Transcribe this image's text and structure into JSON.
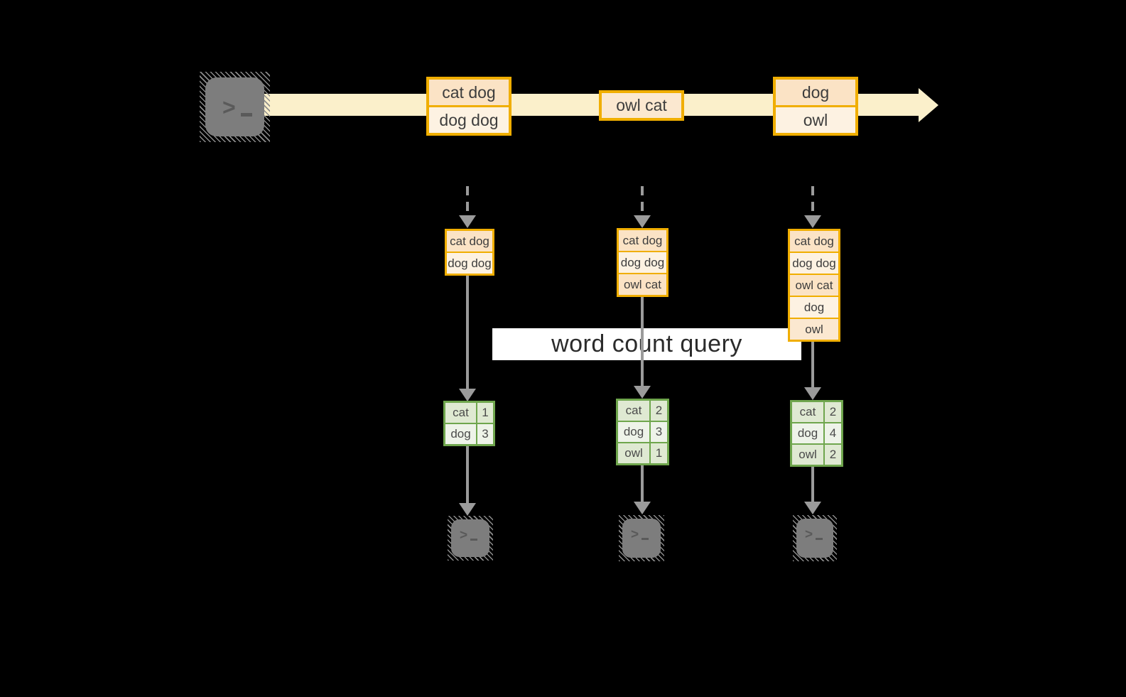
{
  "query_label": "word count query",
  "stream": {
    "events": [
      {
        "rows": [
          "cat dog",
          "dog dog"
        ]
      },
      {
        "rows": [
          "owl cat"
        ]
      },
      {
        "rows": [
          "dog",
          "owl"
        ]
      }
    ]
  },
  "columns": [
    {
      "buffer_rows": [
        "cat dog",
        "dog dog"
      ],
      "counts": [
        {
          "word": "cat",
          "count": "1"
        },
        {
          "word": "dog",
          "count": "3"
        }
      ]
    },
    {
      "buffer_rows": [
        "cat dog",
        "dog dog",
        "owl cat"
      ],
      "counts": [
        {
          "word": "cat",
          "count": "2"
        },
        {
          "word": "dog",
          "count": "3"
        },
        {
          "word": "owl",
          "count": "1"
        }
      ]
    },
    {
      "buffer_rows": [
        "cat dog",
        "dog dog",
        "owl cat",
        "dog",
        "owl"
      ],
      "counts": [
        {
          "word": "cat",
          "count": "2"
        },
        {
          "word": "dog",
          "count": "4"
        },
        {
          "word": "owl",
          "count": "2"
        }
      ]
    }
  ],
  "icons": {
    "prompt_glyph": ">",
    "producer": "terminal-icon",
    "consumer": "terminal-icon"
  },
  "colors": {
    "band": "#fbf0cb",
    "gold": "#f0ae00",
    "peach": "#fbe3c5",
    "cream": "#fdf2e2",
    "mid": "#fbe8d0",
    "green": "#6fa64d",
    "cell_a": "#dfe9d2",
    "cell_b": "#eef3e9",
    "arrow": "#9b9b9b",
    "icon": "#7d7d7d",
    "banner_bg": "#ffffff",
    "banner_ink": "#2b2b2b"
  }
}
